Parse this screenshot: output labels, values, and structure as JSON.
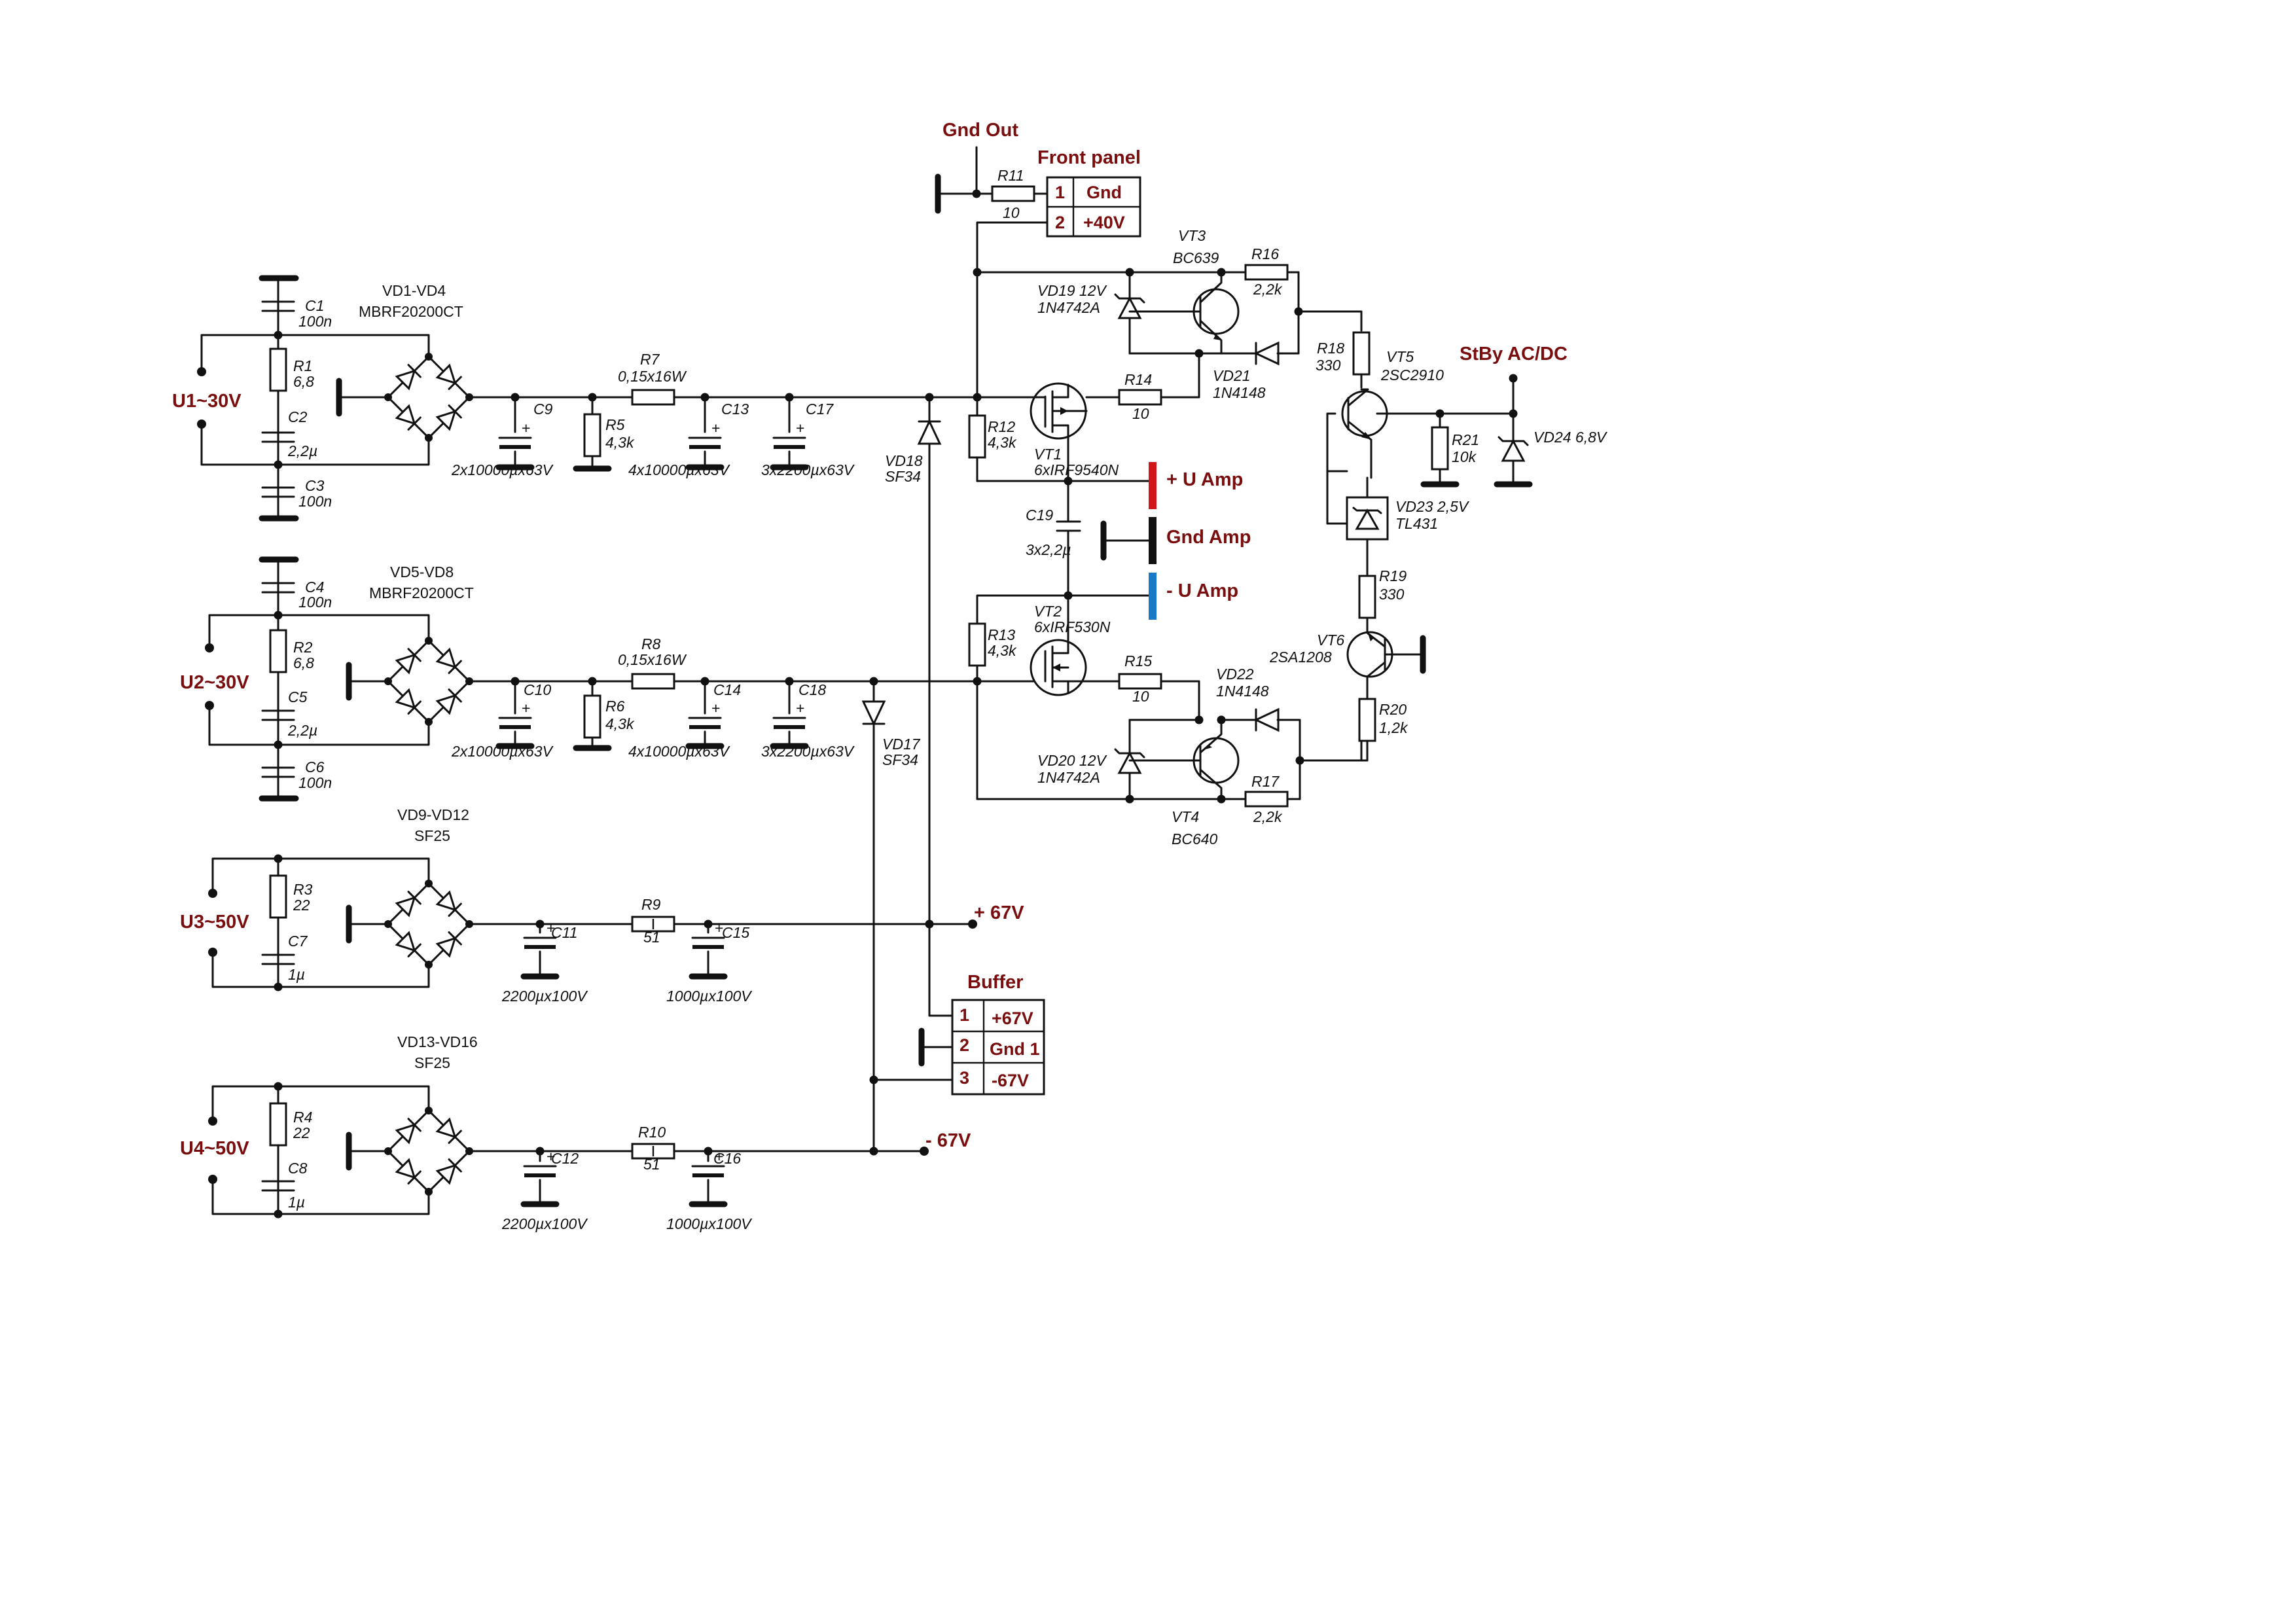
{
  "net_labels": {
    "gnd_out": "Gnd Out",
    "front_panel": "Front panel",
    "stby": "StBy AC/DC",
    "u_amp_pos": "+ U Amp",
    "gnd_amp": "Gnd Amp",
    "u_amp_neg": "- U Amp",
    "plus67": "+ 67V",
    "minus67": "- 67V",
    "buffer": "Buffer",
    "u1": "U1~30V",
    "u2": "U2~30V",
    "u3": "U3~50V",
    "u4": "U4~50V"
  },
  "connectors": {
    "front_panel": {
      "pins": [
        {
          "num": "1",
          "name": "Gnd"
        },
        {
          "num": "2",
          "name": "+40V"
        }
      ]
    },
    "buffer": {
      "pins": [
        {
          "num": "1",
          "name": "+67V"
        },
        {
          "num": "2",
          "name": "Gnd 1"
        },
        {
          "num": "3",
          "name": "-67V"
        }
      ]
    }
  },
  "components": {
    "C1": {
      "ref": "C1",
      "value": "100n"
    },
    "C2": {
      "ref": "C2",
      "value": "2,2µ"
    },
    "C3": {
      "ref": "C3",
      "value": "100n"
    },
    "C4": {
      "ref": "C4",
      "value": "100n"
    },
    "C5": {
      "ref": "C5",
      "value": "2,2µ"
    },
    "C6": {
      "ref": "C6",
      "value": "100n"
    },
    "C7": {
      "ref": "C7",
      "value": "1µ"
    },
    "C8": {
      "ref": "C8",
      "value": "1µ"
    },
    "R1": {
      "ref": "R1",
      "value": "6,8"
    },
    "R2": {
      "ref": "R2",
      "value": "6,8"
    },
    "R3": {
      "ref": "R3",
      "value": "22"
    },
    "R4": {
      "ref": "R4",
      "value": "22"
    },
    "BR1": {
      "ref": "VD1-VD4",
      "value": "MBRF20200CT"
    },
    "BR2": {
      "ref": "VD5-VD8",
      "value": "MBRF20200CT"
    },
    "BR3": {
      "ref": "VD9-VD12",
      "value": "SF25"
    },
    "BR4": {
      "ref": "VD13-VD16",
      "value": "SF25"
    },
    "C9": {
      "ref": "C9",
      "value": "2x10000µx63V"
    },
    "C10": {
      "ref": "C10",
      "value": "2x10000µx63V"
    },
    "C11": {
      "ref": "C11",
      "value": "2200µx100V"
    },
    "C12": {
      "ref": "C12",
      "value": "2200µx100V"
    },
    "R5": {
      "ref": "R5",
      "value": "4,3k"
    },
    "R6": {
      "ref": "R6",
      "value": "4,3k"
    },
    "R7": {
      "ref": "R7",
      "value": "0,15x16W"
    },
    "R8": {
      "ref": "R8",
      "value": "0,15x16W"
    },
    "R9": {
      "ref": "R9",
      "value": "51"
    },
    "R10": {
      "ref": "R10",
      "value": "51"
    },
    "C13": {
      "ref": "C13",
      "value": "4x10000µx63V"
    },
    "C14": {
      "ref": "C14",
      "value": "4x10000µx63V"
    },
    "C15": {
      "ref": "C15",
      "value": "1000µx100V"
    },
    "C16": {
      "ref": "C16",
      "value": "1000µx100V"
    },
    "C17": {
      "ref": "C17",
      "value": "3x2200µx63V"
    },
    "C18": {
      "ref": "C18",
      "value": "3x2200µx63V"
    },
    "VD17": {
      "ref": "VD17",
      "value": "SF34"
    },
    "VD18": {
      "ref": "VD18",
      "value": "SF34"
    },
    "R11": {
      "ref": "R11",
      "value": "10"
    },
    "R12": {
      "ref": "R12",
      "value": "4,3k"
    },
    "R13": {
      "ref": "R13",
      "value": "4,3k"
    },
    "VT1": {
      "ref": "VT1",
      "value": "6xIRF9540N"
    },
    "VT2": {
      "ref": "VT2",
      "value": "6xIRF530N"
    },
    "C19": {
      "ref": "C19",
      "value": "3x2,2µ"
    },
    "R14": {
      "ref": "R14",
      "value": "10"
    },
    "R15": {
      "ref": "R15",
      "value": "10"
    },
    "VD19": {
      "ref": "VD19 12V",
      "value": "1N4742A"
    },
    "VD20": {
      "ref": "VD20 12V",
      "value": "1N4742A"
    },
    "VT3": {
      "ref": "VT3",
      "value": "BC639"
    },
    "VT4": {
      "ref": "VT4",
      "value": "BC640"
    },
    "R16": {
      "ref": "R16",
      "value": "2,2k"
    },
    "R17": {
      "ref": "R17",
      "value": "2,2k"
    },
    "VD21": {
      "ref": "VD21",
      "value": "1N4148"
    },
    "VD22": {
      "ref": "VD22",
      "value": "1N4148"
    },
    "R18": {
      "ref": "R18",
      "value": "330"
    },
    "VT5": {
      "ref": "VT5",
      "value": "2SC2910"
    },
    "R21": {
      "ref": "R21",
      "value": "10k"
    },
    "VD24": {
      "ref": "VD24 6,8V",
      "value": ""
    },
    "VD23": {
      "ref": "VD23 2,5V",
      "value": "TL431"
    },
    "R19": {
      "ref": "R19",
      "value": "330"
    },
    "VT6": {
      "ref": "VT6",
      "value": "2SA1208"
    },
    "R20": {
      "ref": "R20",
      "value": "1,2k"
    }
  },
  "colors": {
    "wire": "#111111",
    "label": "#7a0e0e",
    "u_amp_pos_bar": "#d0161b",
    "gnd_amp_bar": "#111111",
    "u_amp_neg_bar": "#1a78c8"
  }
}
